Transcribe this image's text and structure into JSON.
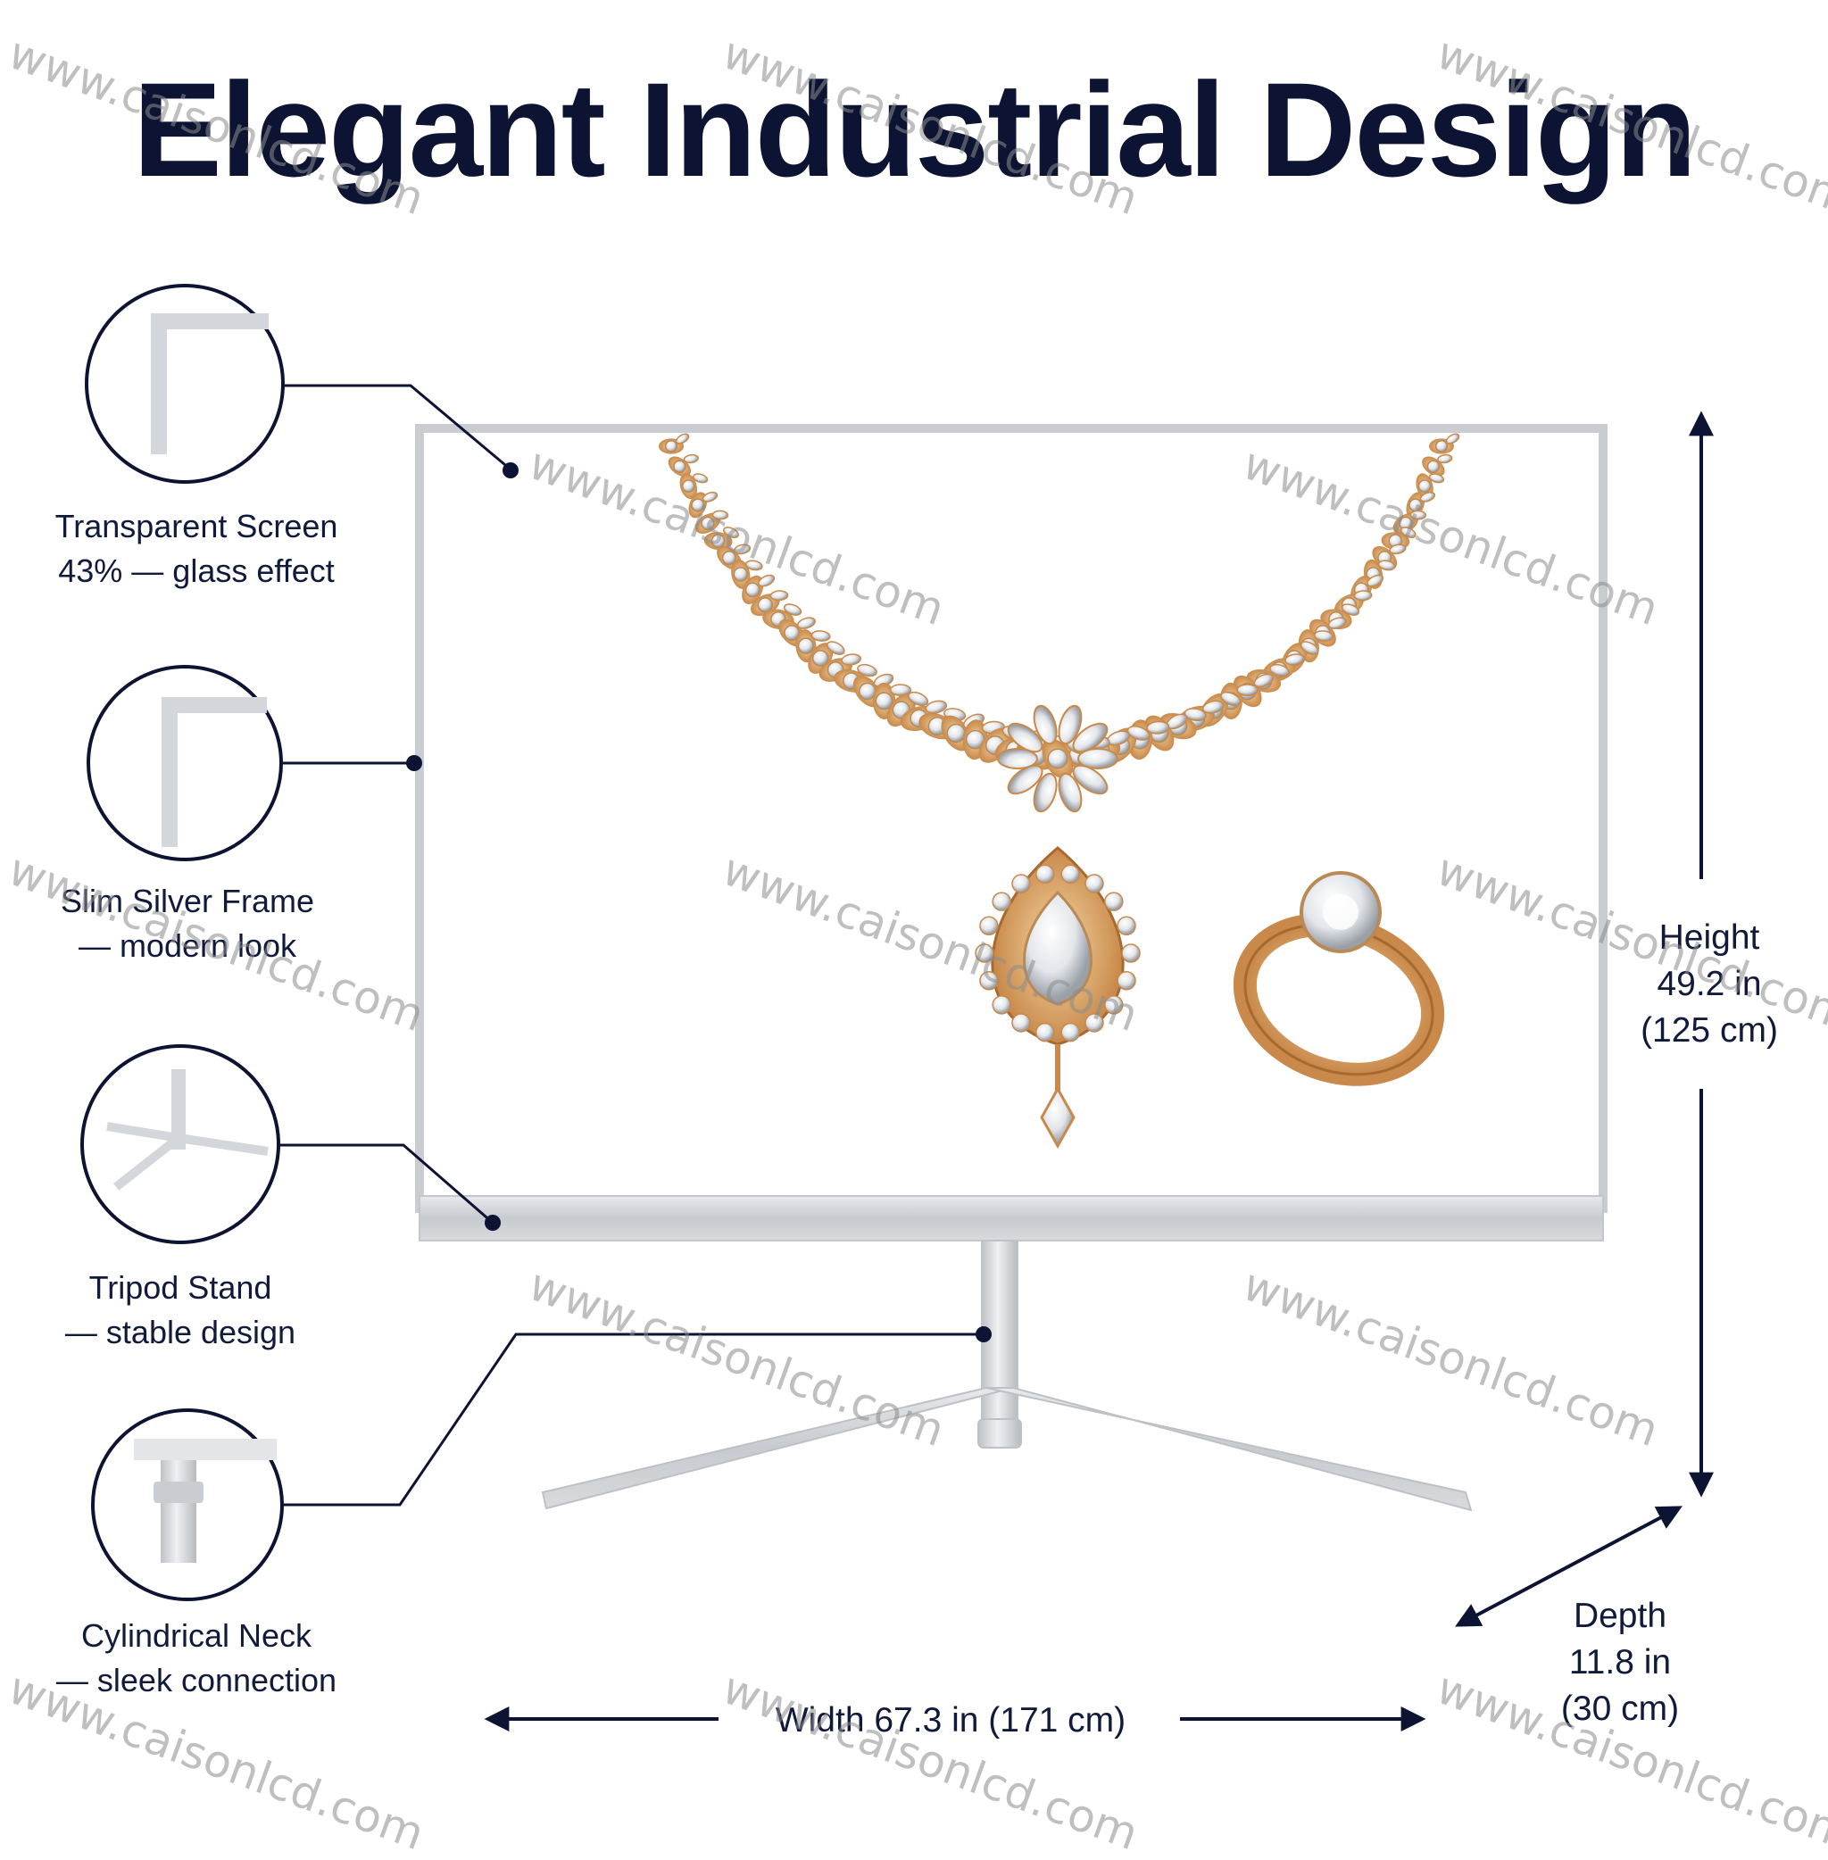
{
  "title": "Elegant Industrial Design",
  "features": [
    {
      "name": "Transparent Screen",
      "detail": "43% — glass effect"
    },
    {
      "name": "Slim Silver Frame",
      "detail": "— modern look"
    },
    {
      "name": "Tripod Stand",
      "detail": "— stable design"
    },
    {
      "name": "Cylindrical Neck",
      "detail": "— sleek connection"
    }
  ],
  "dimensions": {
    "height": {
      "label": "Height",
      "imperial": "49.2 in",
      "metric": "(125 cm)"
    },
    "depth": {
      "label": "Depth",
      "imperial": "11.8 in",
      "metric": "(30 cm)"
    },
    "width": {
      "text": "Width 67.3 in (171 cm)"
    }
  },
  "watermark": "www.caisonlcd.com",
  "colors": {
    "navy": "#0d1433",
    "silver": "#c9ccd0",
    "gold": "#d9a05a"
  },
  "icons": [
    "frame-corner-icon",
    "tripod-base-icon",
    "neck-cylinder-icon",
    "necklace-image",
    "ring-image"
  ]
}
